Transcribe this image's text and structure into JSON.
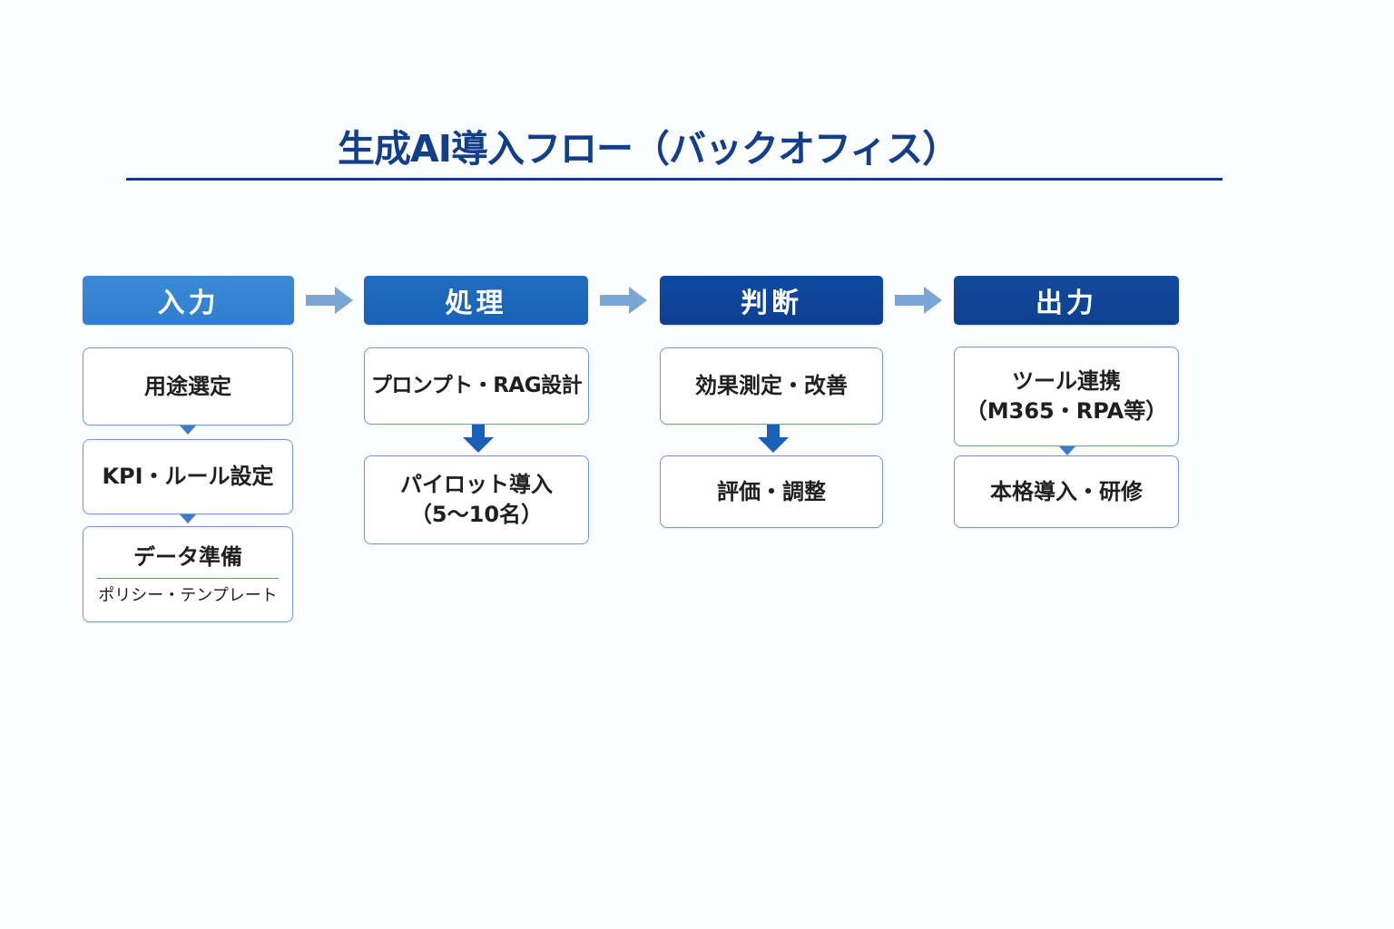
{
  "title": "生成AI導入フロー（バックオフィス）",
  "colors": {
    "title": "#123e8a",
    "rule": "#143a82",
    "header_input": "#3585d2",
    "header_process": "#1b67bb",
    "header_judge": "#0d4497",
    "header_output": "#104595",
    "flow_arrow": "#7aa6d6",
    "down_arrow": "#1a5fb8",
    "box_border": "#6d9ccf"
  },
  "stages": [
    {
      "header": "入力",
      "steps": [
        {
          "label": "用途選定"
        },
        {
          "label": "KPI・ルール設定"
        },
        {
          "label": "データ準備",
          "sub": "ポリシー・テンプレート"
        }
      ]
    },
    {
      "header": "処理",
      "steps": [
        {
          "label": "プロンプト・RAG設計"
        },
        {
          "label": "パイロット導入",
          "label2": "（5〜10名）"
        }
      ]
    },
    {
      "header": "判断",
      "steps": [
        {
          "label": "効果測定・改善"
        },
        {
          "label": "評価・調整"
        }
      ]
    },
    {
      "header": "出力",
      "steps": [
        {
          "label": "ツール連携",
          "label2": "（M365・RPA等）"
        },
        {
          "label": "本格導入・研修"
        }
      ]
    }
  ]
}
